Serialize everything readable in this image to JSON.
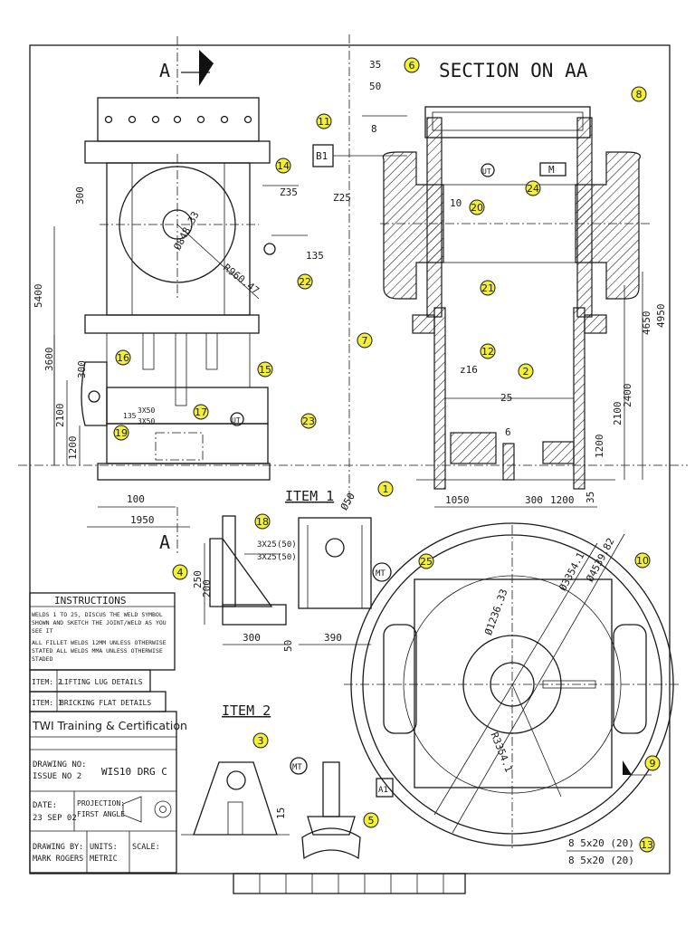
{
  "colors": {
    "paper": "#ffffff",
    "ink": "#1a1a1a",
    "highlight": "#f2ef3a"
  },
  "section_mark": "A",
  "section_title": "SECTION ON AA",
  "item1_title": "ITEM 1",
  "item2_title": "ITEM 2",
  "tags": [
    "1",
    "2",
    "3",
    "4",
    "5",
    "6",
    "7",
    "8",
    "9",
    "10",
    "11",
    "12",
    "13",
    "14",
    "15",
    "16",
    "17",
    "18",
    "19",
    "20",
    "21",
    "22",
    "23",
    "24",
    "25"
  ],
  "left_dims": [
    "5400",
    "3600",
    "2100",
    "1200",
    "300",
    "300",
    "100",
    "1950"
  ],
  "left_labels": [
    "Ø848.33",
    "R960.47",
    "Z35",
    "135",
    "3X50",
    "3X50",
    "135"
  ],
  "section_dims": [
    "4650",
    "4950",
    "2400",
    "2100",
    "1200",
    "1050",
    "300",
    "1200",
    "35"
  ],
  "section_labels": [
    "35",
    "50",
    "8",
    "B1",
    "Z25",
    "10",
    "UT",
    "M",
    "z16",
    "25",
    "6",
    "UT"
  ],
  "item1_dims": [
    "250",
    "200",
    "300",
    "50",
    "390",
    "Ø50"
  ],
  "item1_labels": [
    "3X25",
    "3X25",
    "(50)",
    "(50)",
    "MT"
  ],
  "round_labels": [
    "Ø1236.33",
    "Ø3354.1",
    "Ø4539.82",
    "R3354.1"
  ],
  "item2_labels": [
    "MT",
    "A1",
    "15"
  ],
  "weld_notes": [
    "8 5x20 (20)",
    "8 5x20 (20)"
  ],
  "instructions": {
    "heading": "INSTRUCTIONS",
    "lines": [
      "WELDS 1 TO 25, DISCUS THE WELD SYMBOL",
      "SHOWN AND SKETCH THE JOINT/WELD AS YOU",
      "SEE IT",
      "ALL FILLET WELDS 12MM UNLESS OTHERWISE",
      "STATED ALL WELDS MMA UNLESS OTHERWISE",
      "STADED"
    ]
  },
  "items": [
    {
      "label": "ITEM: 2",
      "desc": "LIFTING LUG DETAILS"
    },
    {
      "label": "ITEM: 1",
      "desc": "BRICKING FLAT DETAILS"
    }
  ],
  "title_block": {
    "company": "TWI Training & Certification",
    "drawing_no_label": "DRAWING NO:",
    "issue_label": "ISSUE NO 2",
    "drawing_no": "WIS10 DRG C",
    "date_label": "DATE:",
    "date": "23 SEP 02",
    "projection_label": "PROJECTION:",
    "projection": "FIRST ANGLE",
    "drawn_by_label": "DRAWING BY:",
    "drawn_by": "MARK ROGERS",
    "units_label": "UNITS:",
    "units": "METRIC",
    "scale_label": "SCALE:"
  }
}
